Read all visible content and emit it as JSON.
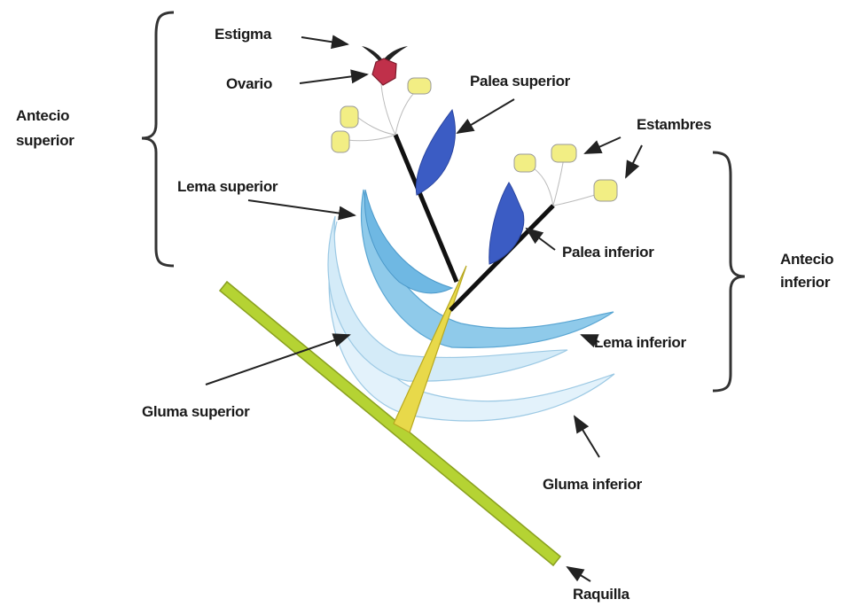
{
  "labels": {
    "estigma": "Estigma",
    "ovario": "Ovario",
    "palea_superior": "Palea superior",
    "estambres": "Estambres",
    "antecio_superior_l1": "Antecio",
    "antecio_superior_l2": "superior",
    "lema_superior": "Lema superior",
    "palea_inferior": "Palea inferior",
    "antecio_inferior_l1": "Antecio",
    "antecio_inferior_l2": "inferior",
    "lema_inferior": "Lema inferior",
    "gluma_superior": "Gluma superior",
    "gluma_inferior": "Gluma inferior",
    "raquilla": "Raquilla"
  },
  "colors": {
    "raquilla": "#b5d333",
    "gluma_superior_awn": "#e8d94a",
    "gluma_pale": "#dff0fa",
    "lema_blue": "#7ec3e8",
    "palea_dark": "#3b5cc4",
    "ovary": "#c0304a",
    "anther": "#f2ee84",
    "axis": "#111111"
  }
}
